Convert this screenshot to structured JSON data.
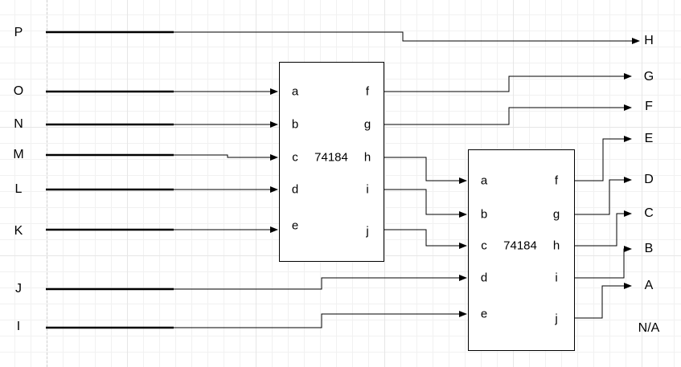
{
  "inputs": [
    "P",
    "O",
    "N",
    "M",
    "L",
    "K",
    "J",
    "I"
  ],
  "outputs": [
    "H",
    "G",
    "F",
    "E",
    "D",
    "C",
    "B",
    "A",
    "N/A"
  ],
  "chip1": {
    "name": "74184",
    "in_pins": [
      "a",
      "b",
      "c",
      "d",
      "e"
    ],
    "out_pins": [
      "f",
      "g",
      "h",
      "i",
      "j"
    ]
  },
  "chip2": {
    "name": "74184",
    "in_pins": [
      "a",
      "b",
      "c",
      "d",
      "e"
    ],
    "out_pins": [
      "f",
      "g",
      "h",
      "i",
      "j"
    ]
  }
}
